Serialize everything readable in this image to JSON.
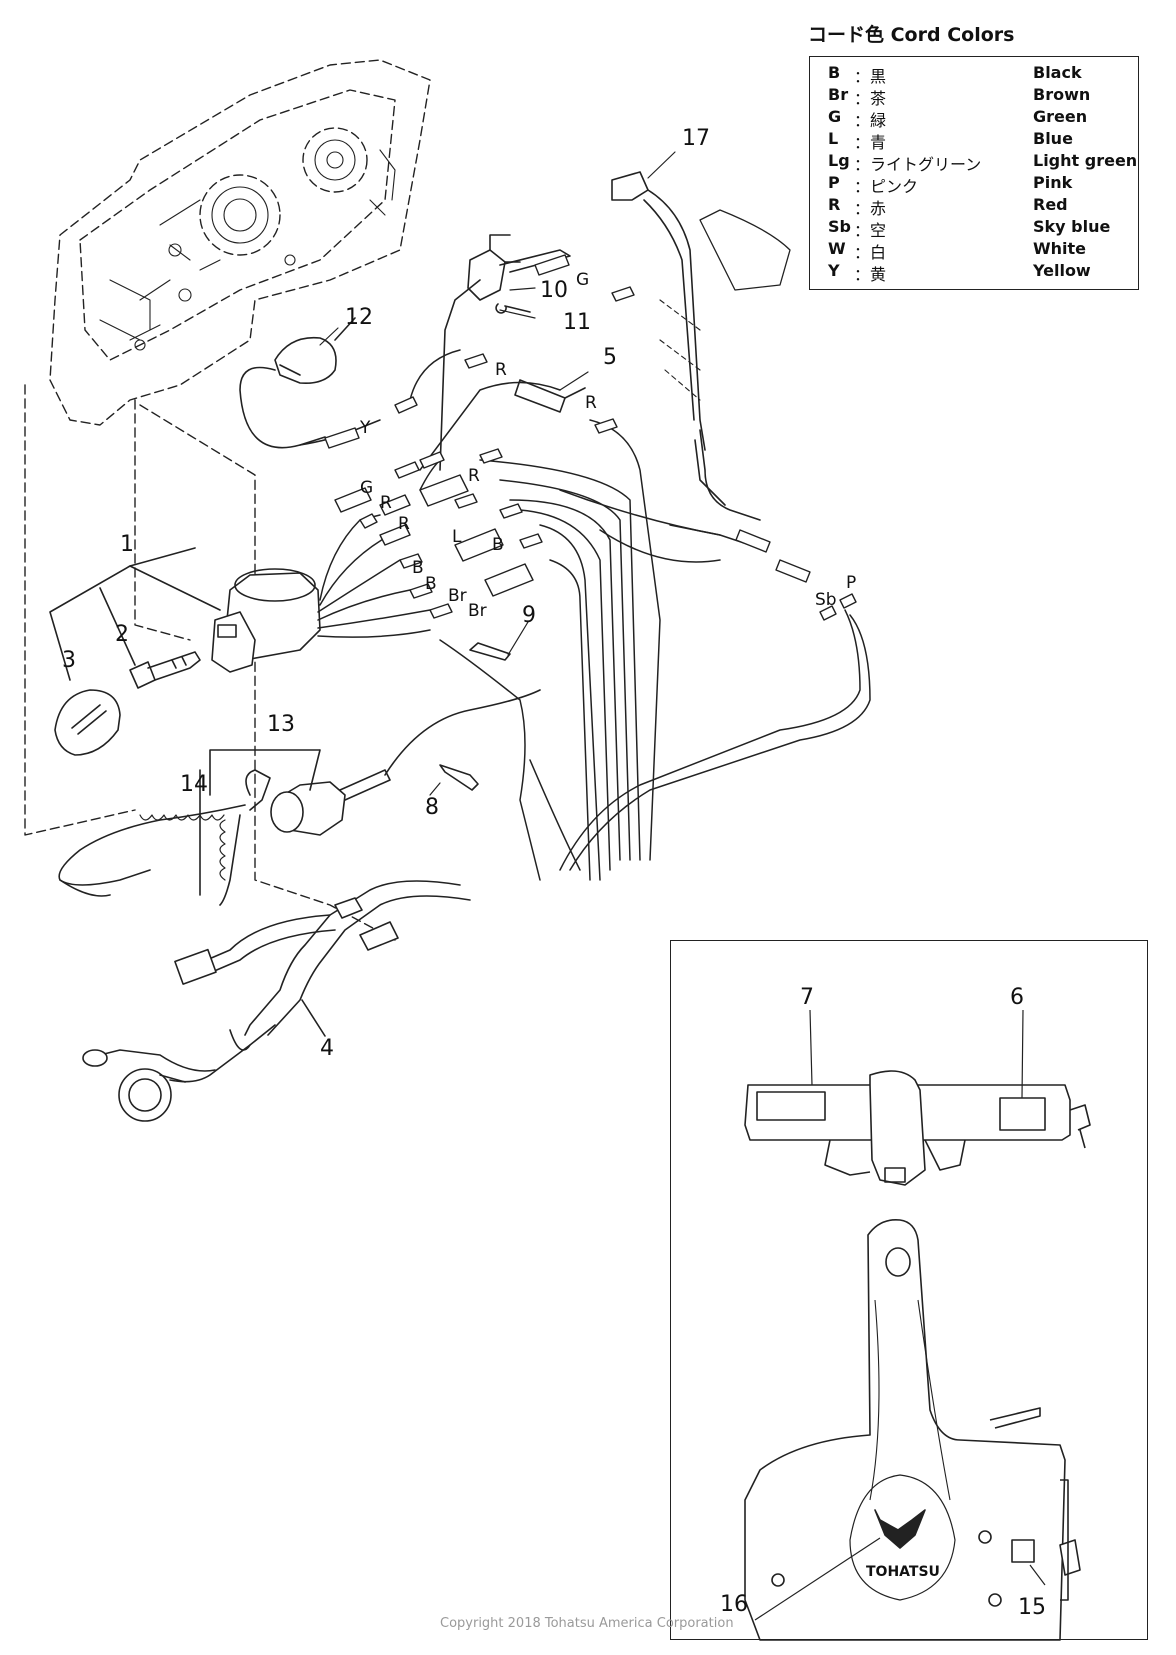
{
  "legend": {
    "title": "コード色  Cord Colors",
    "rows": [
      {
        "code": "B",
        "jp": "：黒",
        "en": "Black"
      },
      {
        "code": "Br",
        "jp": "：茶",
        "en": "Brown"
      },
      {
        "code": "G",
        "jp": "：緑",
        "en": "Green"
      },
      {
        "code": "L",
        "jp": "：青",
        "en": "Blue"
      },
      {
        "code": "Lg",
        "jp": "：ライトグリーン",
        "en": "Light green"
      },
      {
        "code": "P",
        "jp": "：ピンク",
        "en": "Pink"
      },
      {
        "code": "R",
        "jp": "：赤",
        "en": "Red"
      },
      {
        "code": "Sb",
        "jp": "：空",
        "en": "Sky blue"
      },
      {
        "code": "W",
        "jp": "：白",
        "en": "White"
      },
      {
        "code": "Y",
        "jp": "：黄",
        "en": "Yellow"
      }
    ]
  },
  "part_numbers": {
    "n1": "1",
    "n2": "2",
    "n3": "3",
    "n4": "4",
    "n5": "5",
    "n6": "6",
    "n7": "7",
    "n8": "8",
    "n9": "9",
    "n10": "10",
    "n11": "11",
    "n12": "12",
    "n13": "13",
    "n14": "14",
    "n15": "15",
    "n16": "16",
    "n17": "17"
  },
  "wire_labels": {
    "g_top": "G",
    "r_top": "R",
    "r_mid": "R",
    "y": "Y",
    "g_left": "G",
    "r1": "R",
    "r2": "R",
    "r3": "R",
    "l": "L",
    "b1": "B",
    "b2": "B",
    "b3": "B",
    "br1": "Br",
    "br2": "Br",
    "p": "P",
    "sb": "Sb"
  },
  "brand": "TOHATSU",
  "copyright": "Copyright 2018 Tohatsu America Corporation"
}
